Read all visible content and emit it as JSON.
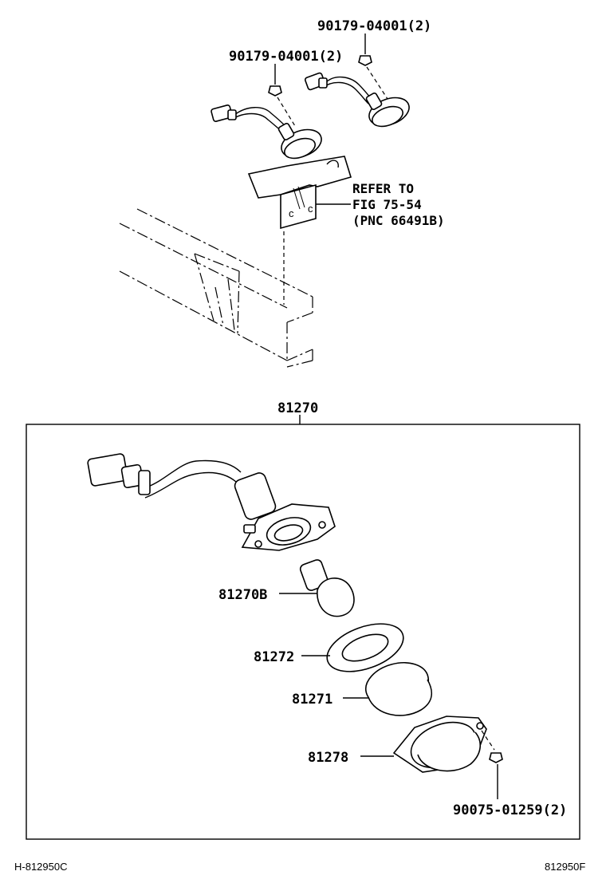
{
  "callouts": {
    "bolt_top_right": "90179-04001(2)",
    "bolt_top_left": "90179-04001(2)",
    "refer_line1": "REFER TO",
    "refer_line2": "FIG 75-54",
    "refer_line3": "(PNC 66491B)",
    "assembly": "81270",
    "bulb": "81270B",
    "gasket": "81272",
    "lens": "81271",
    "cover": "81278",
    "screw": "90075-01259(2)"
  },
  "footer": {
    "left_code": "H-812950C",
    "right_code": "812950F"
  }
}
